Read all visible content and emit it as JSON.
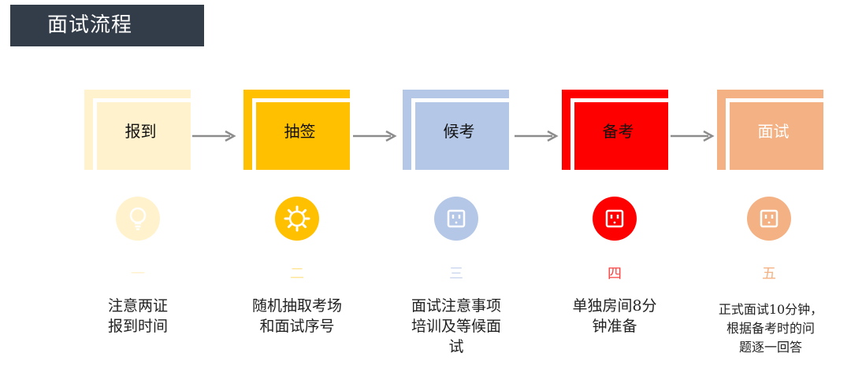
{
  "title": "面试流程",
  "steps": [
    {
      "label": "报到",
      "color": "#fff2cc",
      "icon": "lightbulb-icon",
      "icon_color": "#fff2cc",
      "num": "一",
      "num_color": "#fff2cc",
      "desc": [
        "注意两证",
        "报到时间"
      ]
    },
    {
      "label": "抽签",
      "color": "#ffc000",
      "icon": "gear-icon",
      "icon_color": "#ffc000",
      "num": "二",
      "num_color": "#ffe699",
      "desc": [
        "随机抽取考场",
        "和面试序号"
      ]
    },
    {
      "label": "候考",
      "color": "#b4c7e7",
      "icon": "outlet-icon",
      "icon_color": "#b4c7e7",
      "num": "三",
      "num_color": "#c9d6ee",
      "desc": [
        "面试注意事项",
        "培训及等候面",
        "试"
      ]
    },
    {
      "label": "备考",
      "color": "#ff0000",
      "icon": "outlet-icon",
      "icon_color": "#ff0000",
      "num": "四",
      "num_color": "#ff4040",
      "desc": [
        "单独房间8分",
        "钟准备"
      ]
    },
    {
      "label": "面试",
      "color": "#f4b183",
      "icon": "outlet-icon",
      "icon_color": "#f4b183",
      "num": "五",
      "num_color": "#f4b183",
      "desc": [
        "正式面试10分钟，",
        "根据备考时的问",
        "题逐一回答"
      ]
    }
  ],
  "arrow_color": "#8c8c8c"
}
